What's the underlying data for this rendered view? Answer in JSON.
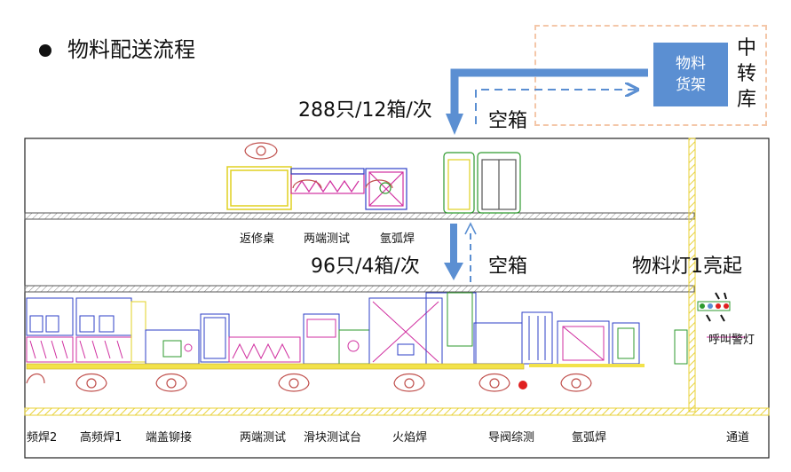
{
  "header": {
    "title": "物料配送流程"
  },
  "transfer_store": {
    "rack_line1": "物料",
    "rack_line2": "货架",
    "store_label": "中转库"
  },
  "flows": {
    "top_quantity": "288只/12箱/次",
    "top_empty": "空箱",
    "mid_quantity": "96只/4箱/次",
    "mid_empty": "空箱",
    "lamp_status": "物料灯1亮起"
  },
  "upper_stations": [
    "返修桌",
    "两端测试",
    "氩弧焊"
  ],
  "lower_stations": [
    "频焊2",
    "高频焊1",
    "端盖铆接",
    "两端测试",
    "滑块测试台",
    "火焰焊",
    "导阀综测",
    "氩弧焊",
    "通道"
  ],
  "alarm_label": "呼叫警灯",
  "colors": {
    "arrow": "#5b8fd2",
    "rack": "#5b8fd2",
    "dash_border": "#f4c7a9",
    "hatch": "#f2e24a",
    "equipment": "#2e3fc7"
  }
}
